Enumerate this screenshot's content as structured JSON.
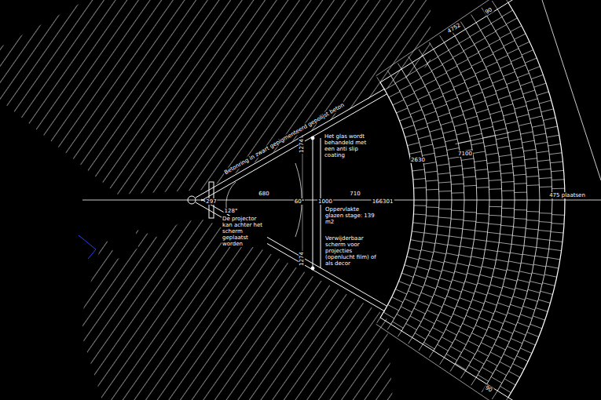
{
  "diagram": {
    "labels": [
      "Betonring in zwart gepigmenteerd gepolijst beton",
      "4752",
      "90",
      "90",
      "2630",
      "7100",
      "1274",
      "1274",
      "Het glas wordt behandeld met een anti slip coating",
      "297",
      "680",
      "60°",
      "1000",
      "710",
      "166301",
      "128°",
      "De projector kan achter het scherm geplaatst worden",
      "Oppervlakte glazen stage: 139 m2",
      "Verwijderbaar scherm voor projecties (openlucht film) of als decor",
      "475 plaatsen"
    ]
  }
}
